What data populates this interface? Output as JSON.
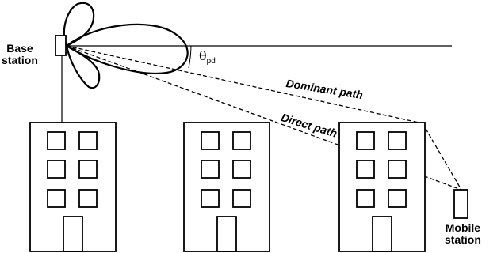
{
  "labels": {
    "base_station": [
      "Base",
      "station"
    ],
    "mobile_station": [
      "Mobile",
      "station"
    ],
    "dominant_path": "Dominant path",
    "direct_path": "Direct path",
    "angle_symbol": "θ",
    "angle_subscript": "pd"
  },
  "buildings": [
    {
      "window_rows": 3,
      "window_cols": 2,
      "has_door": true
    },
    {
      "window_rows": 3,
      "window_cols": 2,
      "has_door": true
    },
    {
      "window_rows": 3,
      "window_cols": 2,
      "has_door": true
    }
  ],
  "colors": {
    "stroke": "#000000",
    "background": "#ffffff"
  }
}
